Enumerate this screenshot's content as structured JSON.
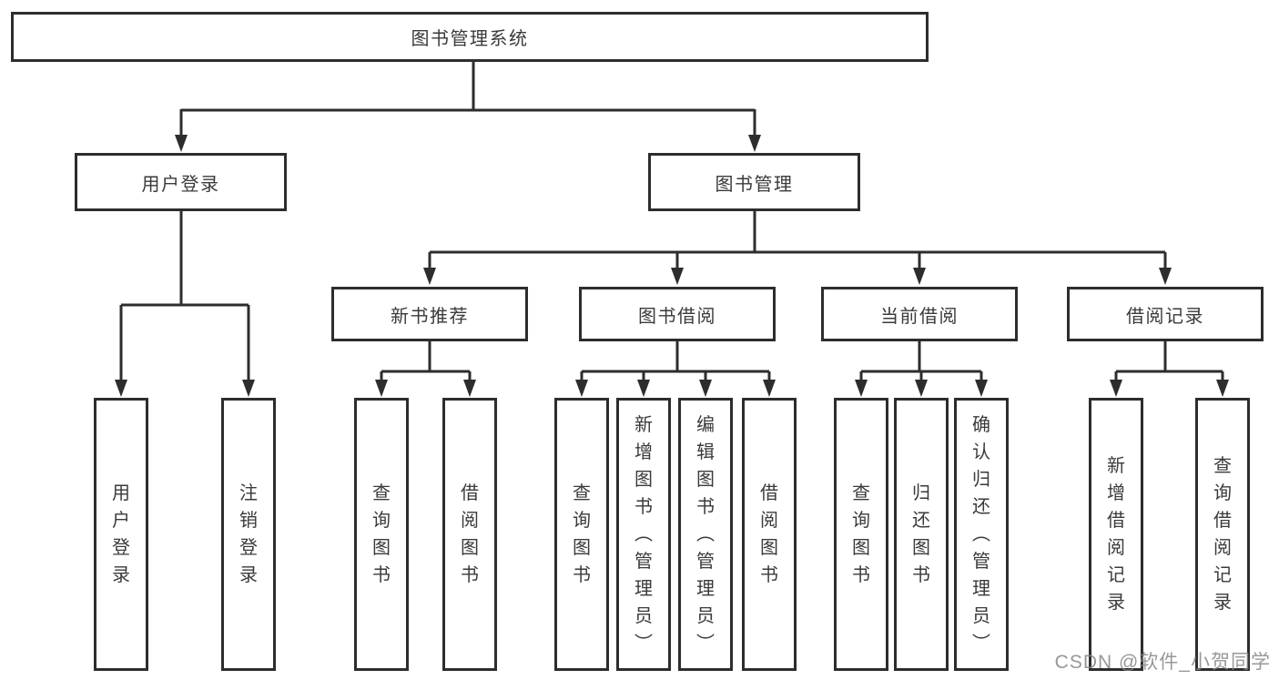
{
  "tree": {
    "label": "图书管理系统",
    "children": [
      {
        "label": "用户登录",
        "children": [
          {
            "label": "用户登录"
          },
          {
            "label": "注销登录"
          }
        ]
      },
      {
        "label": "图书管理",
        "children": [
          {
            "label": "新书推荐",
            "children": [
              {
                "label": "查询图书"
              },
              {
                "label": "借阅图书"
              }
            ]
          },
          {
            "label": "图书借阅",
            "children": [
              {
                "label": "查询图书"
              },
              {
                "label": "新增图书（管理员）"
              },
              {
                "label": "编辑图书（管理员）"
              },
              {
                "label": "借阅图书"
              }
            ]
          },
          {
            "label": "当前借阅",
            "children": [
              {
                "label": "查询图书"
              },
              {
                "label": "归还图书"
              },
              {
                "label": "确认归还（管理员）"
              }
            ]
          },
          {
            "label": "借阅记录",
            "children": [
              {
                "label": "新增借阅记录"
              },
              {
                "label": "查询借阅记录"
              }
            ]
          }
        ]
      }
    ]
  },
  "watermark": {
    "text": "CSDN @软件_小贺同学"
  },
  "colors": {
    "line": "#2d2d2d",
    "text": "#3a3a3a",
    "box_background": "#ffffff",
    "watermark": "#868686",
    "background": "#ffffff"
  }
}
